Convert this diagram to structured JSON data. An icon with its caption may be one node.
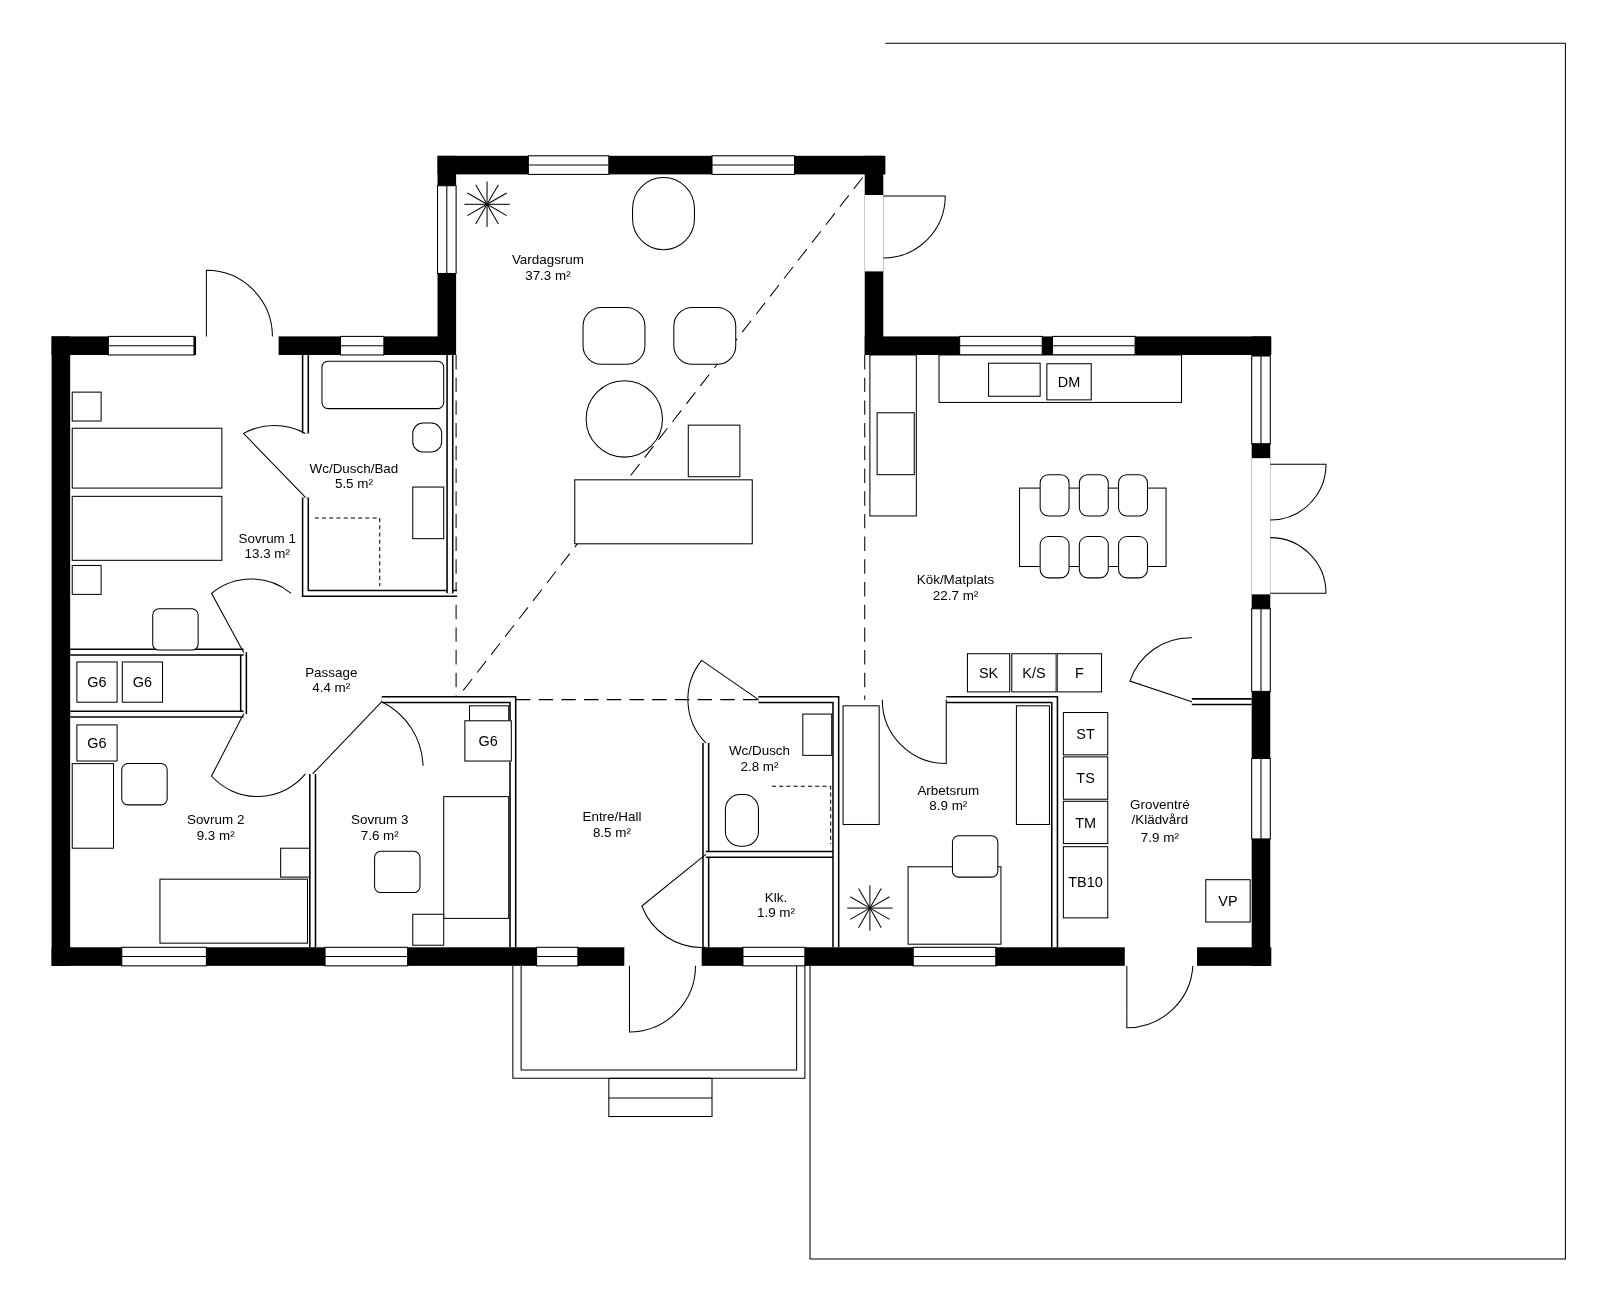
{
  "diagram": {
    "nodes": [
      {
        "text": [
          "DM"
        ]
      },
      {
        "text": [
          "G6"
        ]
      },
      {
        "text": [
          "G6"
        ]
      },
      {
        "text": [
          "SK"
        ]
      },
      {
        "text": [
          "K/S"
        ]
      },
      {
        "text": [
          "F"
        ]
      },
      {
        "text": [
          "G6"
        ]
      },
      {
        "text": [
          "G6"
        ]
      },
      {
        "text": [
          "ST"
        ]
      },
      {
        "text": [
          "TS"
        ]
      },
      {
        "text": [
          "TM"
        ]
      },
      {
        "text": [
          "TB10"
        ]
      },
      {
        "text": [
          "VP"
        ]
      }
    ],
    "labels": [
      "Vardagsrum",
      "37.3 m²",
      "Wc/Dusch/Bad",
      "5.5 m²",
      "Sovrum 1",
      "13.3 m²",
      "Kök/Matplats",
      "22.7 m²",
      "Passage",
      "4.4 m²",
      "Wc/Dusch",
      "2.8 m²",
      "Arbetsrum",
      "8.9 m²",
      "Groventré /Klädvård",
      "7.9 m²",
      "Sovrum 2",
      "9.3 m²",
      "Sovrum 3",
      "7.6 m²",
      "Entre/Hall",
      "8.5 m²",
      "Klk.",
      "1.9 m²"
    ]
  }
}
